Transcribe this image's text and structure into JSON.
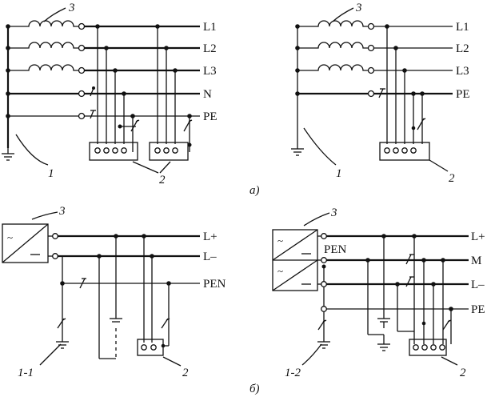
{
  "part_a": {
    "caption": "а)",
    "left": {
      "line_labels": [
        "L1",
        "L2",
        "L3",
        "N",
        "PE"
      ],
      "callout_ground": "1",
      "callout_coil": "3",
      "callout_terminals": "2"
    },
    "right": {
      "line_labels": [
        "L1",
        "L2",
        "L3",
        "PE"
      ],
      "callout_ground": "1",
      "callout_coil": "3",
      "callout_terminals": "2"
    }
  },
  "part_b": {
    "caption": "б)",
    "left": {
      "line_labels": [
        "L+",
        "L–",
        "PEN"
      ],
      "callout_ground": "1-1",
      "callout_source": "3",
      "callout_terminals": "2"
    },
    "right": {
      "line_labels": [
        "L+",
        "M",
        "L–",
        "PE"
      ],
      "pen_label": "PEN",
      "callout_ground": "1-2",
      "callout_source": "3",
      "callout_terminals": "2"
    }
  },
  "colors": {
    "ink": "#111111",
    "background": "#ffffff"
  }
}
